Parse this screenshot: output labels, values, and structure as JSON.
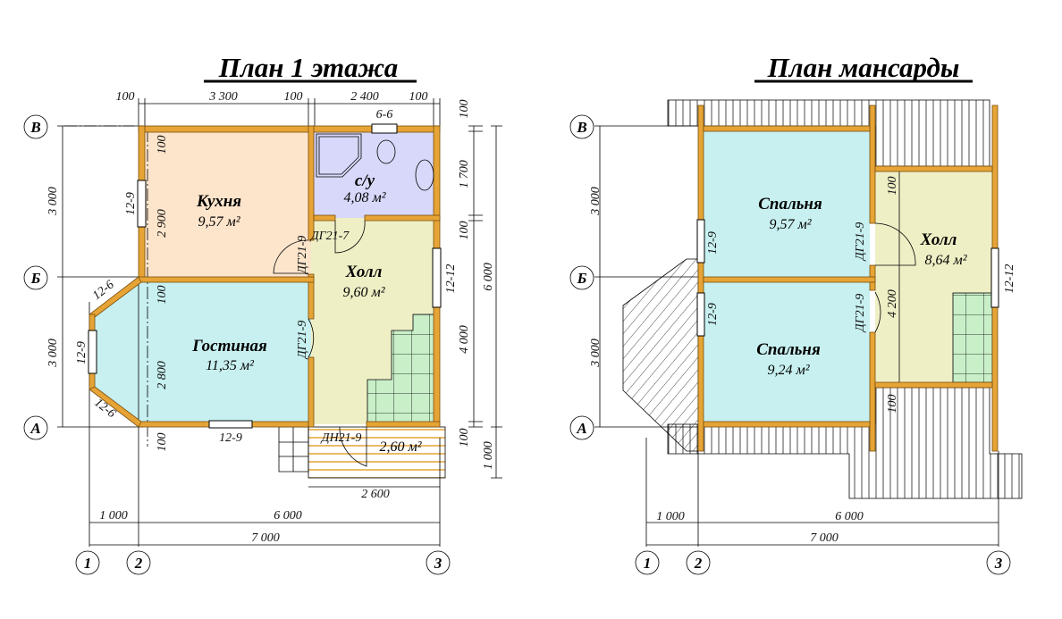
{
  "colors": {
    "wall": "#e6a436",
    "kitchen": "#fde5cc",
    "bath": "#d8d8fa",
    "living": "#c8f0f0",
    "hall": "#efefc6",
    "stairs": "#c8efc8",
    "bedroom": "#c8f0f0"
  },
  "plan1": {
    "title": "План 1 этажа",
    "rooms": [
      {
        "name": "Кухня",
        "area": "9,57 м²"
      },
      {
        "name": "с/у",
        "area": "4,08 м²"
      },
      {
        "name": "Холл",
        "area": "9,60 м²"
      },
      {
        "name": "Гостиная",
        "area": "11,35 м²"
      },
      {
        "name": "",
        "area": "2,60 м²"
      }
    ],
    "top_dims": [
      "100",
      "3 300",
      "100",
      "2 400",
      "100"
    ],
    "right_dims": [
      "100",
      "1 700",
      "100",
      "4 000",
      "100",
      "6 000",
      "1 000"
    ],
    "left_dims": [
      "3 000",
      "3 000"
    ],
    "inner_dims": [
      "100",
      "2 900",
      "100",
      "2 800",
      "100"
    ],
    "bottom_dims": [
      "2 600",
      "1 000",
      "6 000",
      "7 000"
    ],
    "axes": [
      "В",
      "Б",
      "А",
      "1",
      "2",
      "3"
    ],
    "openings": [
      "6-6",
      "12-9",
      "12-12",
      "12-6",
      "12-9",
      "12-6",
      "12-9",
      "ДГ21-9",
      "ДГ21-7",
      "ДГ21-9",
      "ДН21-9"
    ]
  },
  "plan2": {
    "title": "План мансарды",
    "rooms": [
      {
        "name": "Спальня",
        "area": "9,57 м²"
      },
      {
        "name": "Спальня",
        "area": "9,24 м²"
      },
      {
        "name": "Холл",
        "area": "8,64 м²"
      }
    ],
    "left_dims": [
      "3 000",
      "3 000"
    ],
    "hall_dims": [
      "100",
      "4 200",
      "100"
    ],
    "bottom_dims": [
      "1 000",
      "6 000",
      "7 000"
    ],
    "axes": [
      "В",
      "Б",
      "А",
      "1",
      "2",
      "3"
    ],
    "openings": [
      "12-9",
      "12-9",
      "12-12",
      "ДГ21-9",
      "ДГ21-9"
    ]
  }
}
